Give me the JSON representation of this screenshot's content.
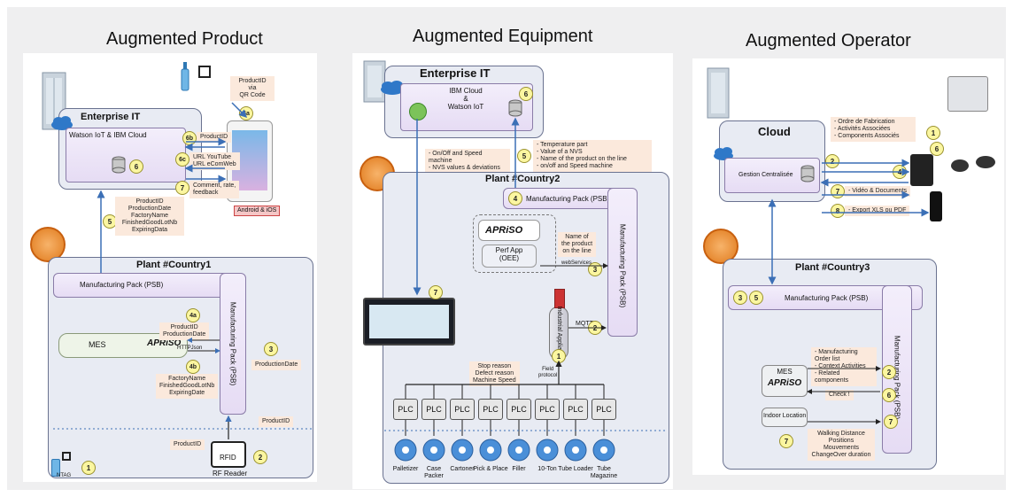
{
  "titles": {
    "product": "Augmented Product",
    "equipment": "Augmented Equipment",
    "operator": "Augmented Operator"
  },
  "product": {
    "enterprise_title": "Enterprise IT",
    "cloud_label": "Watson IoT & IBM Cloud",
    "qr_note": [
      "ProductID via",
      "QR Code"
    ],
    "productid_label": "ProductID",
    "url_note": [
      "URL YouTube",
      "URL eComWeb"
    ],
    "comment_note": [
      "Comment, rate,",
      "feedback"
    ],
    "android_label": "Android & iOS",
    "data_fields": [
      "ProductID",
      "ProductionDate",
      "FactoryName",
      "FinishedGoodLotNb",
      "ExpiringData"
    ],
    "plant_title": "Plant #Country1",
    "psb_label": "Manufacturing Pack (PSB)",
    "psb_vertical": "Manufacturing Pack (PSB)",
    "mes_label": "MES",
    "apriso_logo": "APRiSO",
    "mes_to_psb": [
      "ProductID",
      "ProductionDate"
    ],
    "http_json": "HTTPJson",
    "psb_to_mes": [
      "FactoryName",
      "FinishedGoodLotNb",
      "ExpiringDate"
    ],
    "production_date": "ProductionDate",
    "rfid_productid": "ProductID",
    "ntag_productid": "ProductID",
    "ntag_label": "NTAG",
    "rfid_label": "RFID",
    "rf_reader": "RF Reader",
    "badges": [
      "6a",
      "6b",
      "6",
      "6c",
      "7",
      "5",
      "4a",
      "4b",
      "3",
      "1",
      "2"
    ]
  },
  "equipment": {
    "enterprise_title": "Enterprise IT",
    "cloud_label": [
      "IBM Cloud",
      "&",
      "Watson IoT"
    ],
    "left_note": [
      "- On/Off and Speed machine",
      "- NVS values & deviations"
    ],
    "right_note": [
      "- Temperature part",
      "- Value of a NVS",
      "- Name of the product on the line",
      "- on/off and Speed machine"
    ],
    "plant_title": "Plant #Country2",
    "psb_label": "Manufacturing Pack (PSB)",
    "psb_vertical": "Manufacturing Pack (PSB)",
    "apriso_logo": "APRiSO",
    "perf_app": [
      "Perf App",
      "(OEE)"
    ],
    "product_note": [
      "Name of",
      "the product",
      "on the line"
    ],
    "webservices": "webServices",
    "appliance": "Industrial Appliance",
    "mqtt": "MQTT",
    "reasons": [
      "Stop reason",
      "Defect reason",
      "Machine Speed"
    ],
    "field_protocol": [
      "Field",
      "protocol"
    ],
    "plc": "PLC",
    "machines": [
      "Palletizer",
      "Case Packer",
      "Cartoner",
      "Pick & Place",
      "Filler",
      "10-Ton",
      "Tube Loader",
      "Tube Magazine"
    ],
    "badges": [
      "6",
      "5",
      "4",
      "7",
      "3",
      "2",
      "1"
    ]
  },
  "operator": {
    "cloud_title": "Cloud",
    "gestion": "Gestion Centralisée",
    "top_note": [
      "- Ordre de Fabrication",
      "- Activités Associées",
      "- Components Associés"
    ],
    "video_note": "- Vidéo & Documents",
    "export_note": "- Export XLS ou PDF",
    "plant_title": "Plant #Country3",
    "psb_label": "Manufacturing Pack (PSB)",
    "psb_vertical": "Manufacturing Pack (PSB)",
    "mes_label": "MES",
    "apriso_logo": "APRiSO",
    "mfg_note": [
      "- Manufacturing Order list",
      "- Context Activities",
      "- Related components"
    ],
    "check": "Check !",
    "indoor": "Indoor Location",
    "walking_note": [
      "Walking Distance",
      "Positions",
      "Mouvements",
      "ChangeOver duration"
    ],
    "badges": [
      "1",
      "6",
      "2",
      "4",
      "7",
      "8",
      "3",
      "5",
      "2",
      "6",
      "7",
      "7"
    ]
  }
}
